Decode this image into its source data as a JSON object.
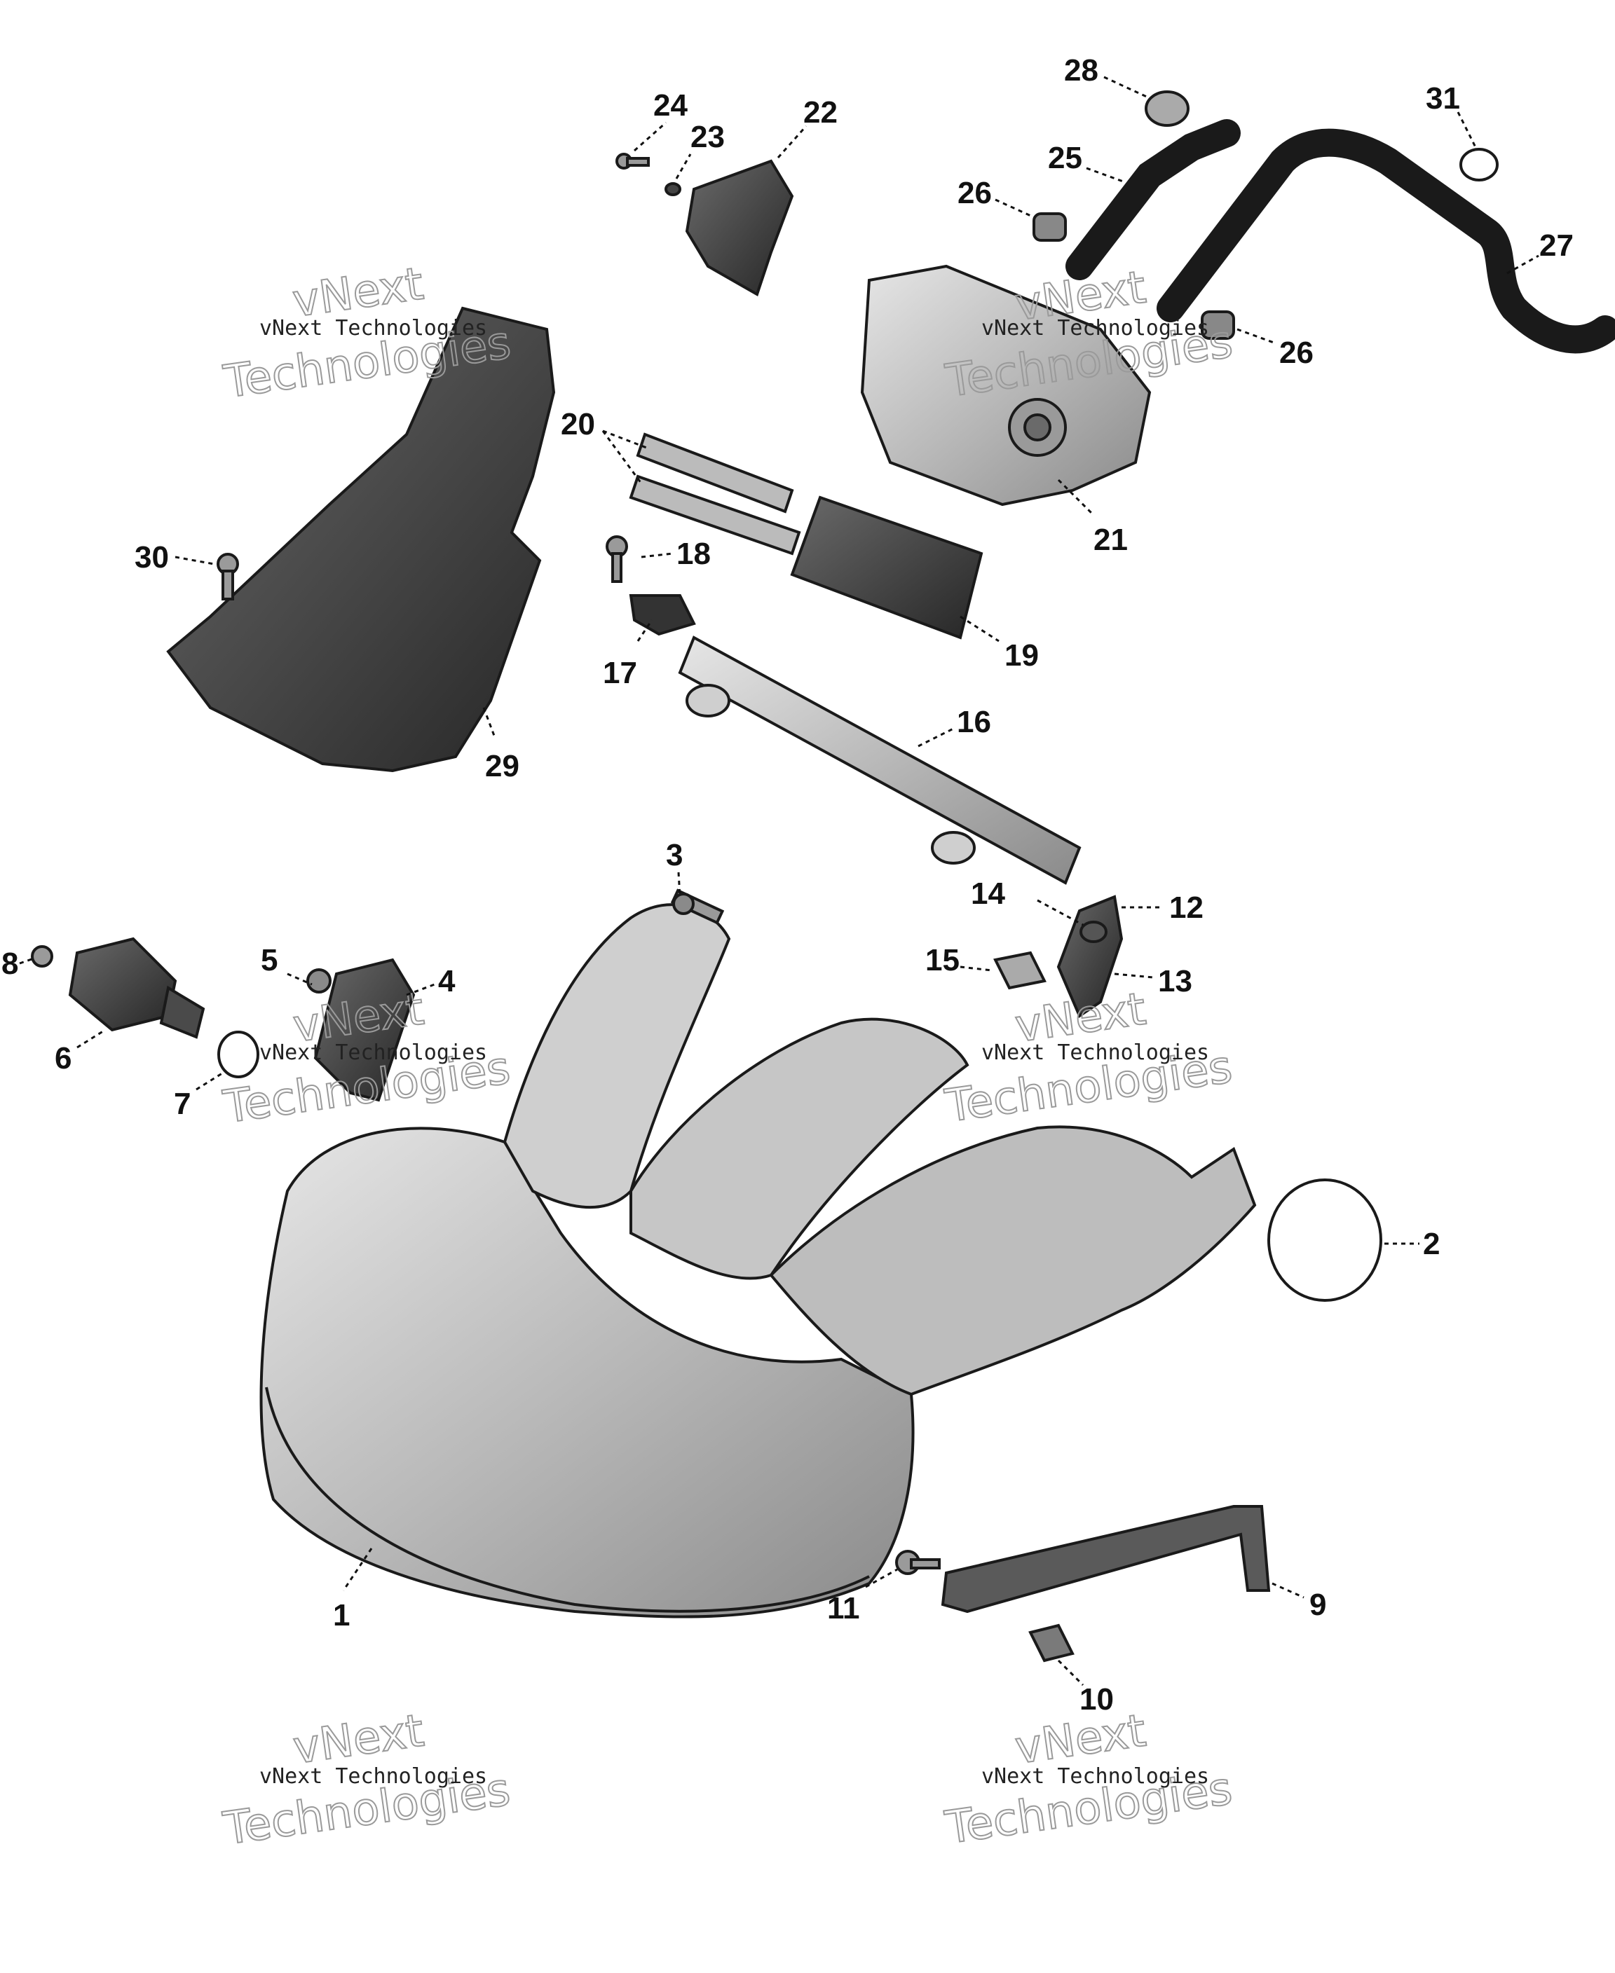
{
  "diagram": {
    "callouts": [
      "1",
      "2",
      "3",
      "4",
      "5",
      "6",
      "7",
      "8",
      "9",
      "10",
      "11",
      "12",
      "13",
      "14",
      "15",
      "16",
      "17",
      "18",
      "19",
      "20",
      "21",
      "22",
      "23",
      "24",
      "25",
      "26",
      "26",
      "27",
      "28",
      "29",
      "30",
      "31"
    ],
    "watermark": {
      "line1": "vNext Technologies",
      "line2": "vNext",
      "line3": "Technologies"
    }
  }
}
